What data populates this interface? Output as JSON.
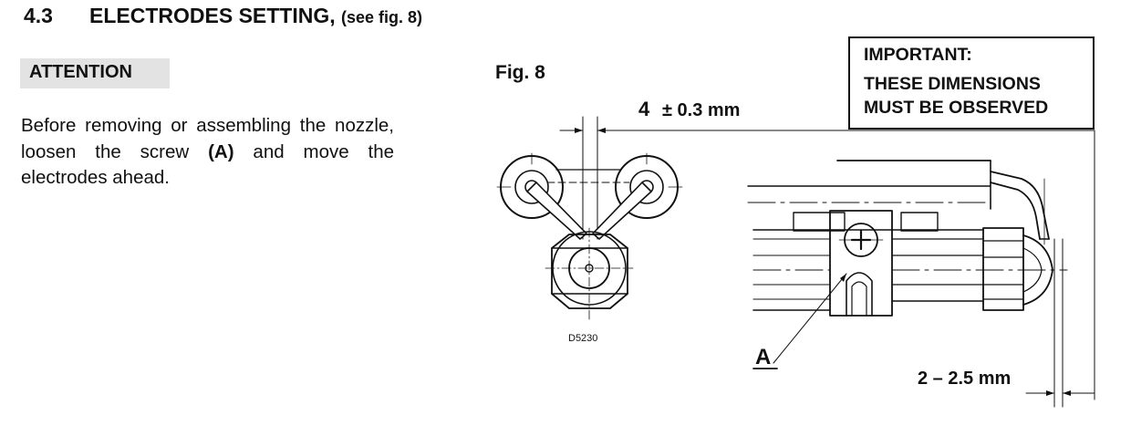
{
  "heading": {
    "number": "4.3",
    "title": "ELECTRODES SETTING,",
    "reference": "(see fig. 8)"
  },
  "attention": {
    "label": "ATTENTION",
    "text_before": "Before removing or assembling the nozzle, loosen the screw ",
    "text_bold": "(A)",
    "text_after": " and move the electrodes ahead."
  },
  "figure": {
    "label": "Fig. 8",
    "code": "D5230",
    "dimension_gap_value": "4",
    "dimension_gap_tolerance": "± 0.3 mm",
    "dimension_tip": "2 – 2.5 mm",
    "screw_label": "A"
  },
  "important": {
    "title": "IMPORTANT:",
    "line1": "THESE  DIMENSIONS",
    "line2": "MUST BE OBSERVED"
  }
}
